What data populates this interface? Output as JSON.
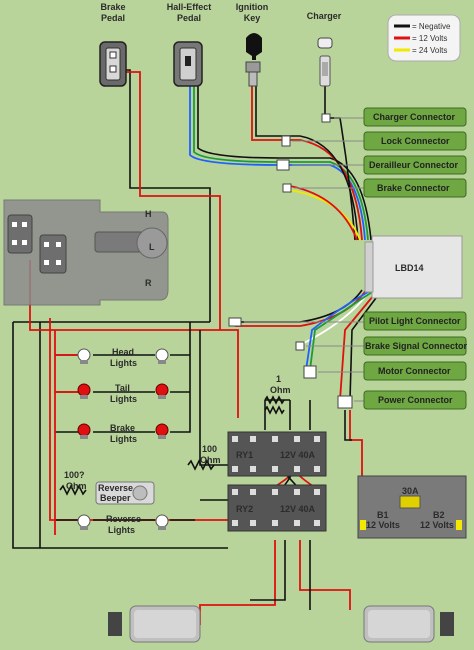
{
  "components": {
    "brake_pedal": "Brake\nPedal",
    "hall_pedal": "Hall-Effect\nPedal",
    "ignition_key": "Ignition\nKey",
    "charger": "Charger",
    "controller": "LBD14",
    "head_lights": "Head\nLights",
    "tail_lights": "Tail\nLights",
    "brake_lights": "Brake\nLights",
    "reverse_lights": "Reverse\nLights",
    "reverse_beeper": "Reverse\nBeeper",
    "resistor_100": "100\nOhm",
    "resistor_100q": "100?\nOhm",
    "resistor_1": "1\nOhm",
    "relay1": "RY1",
    "relay2": "RY2",
    "relay_spec": "12V 40A",
    "battery1": "B1",
    "battery2": "B2",
    "battery_volts": "12 Volts",
    "fuse": "30A",
    "shifter_h": "H",
    "shifter_l": "L",
    "shifter_r": "R"
  },
  "connectors": [
    "Charger Connector",
    "Lock Connector",
    "Derailleur Connector",
    "Brake Connector",
    "Pilot Light Connector",
    "Brake Signal Connector",
    "Motor Connector",
    "Power Connector"
  ],
  "legend": [
    {
      "label": "= Negative",
      "color": "#111111"
    },
    {
      "label": "= 12 Volts",
      "color": "#e01010"
    },
    {
      "label": "= 24 Volts",
      "color": "#f2e800"
    }
  ],
  "colors": {
    "background": "#b9d49a",
    "connector_label_bg": "#6fa743",
    "negative": "#111111",
    "v12": "#e01010",
    "v24": "#f2e800"
  }
}
